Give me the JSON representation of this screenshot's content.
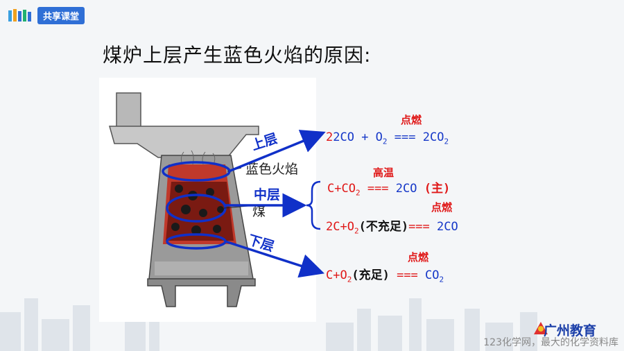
{
  "header": {
    "badge": "共享课堂"
  },
  "title": "煤炉上层产生蓝色火焰的原因:",
  "stove": {
    "labels": {
      "flame": "蓝色火焰",
      "coal": "煤"
    }
  },
  "layers": {
    "upper": "上层",
    "middle": "中层",
    "lower": "下层"
  },
  "equations": {
    "upper": {
      "lhs": "2CO + O",
      "sub": "2",
      "eq": "===",
      "rhs": "2CO",
      "rsub": "2",
      "cond": "点燃"
    },
    "middle1": {
      "lhs": "C+CO",
      "sub": "2",
      "eq": "===",
      "rhs": "2CO",
      "note": "(主)",
      "cond": "高温"
    },
    "middle2": {
      "lhs": "2C+O",
      "sub": "2",
      "paren": "(不充足)",
      "eq": "===",
      "rhs": "2CO",
      "cond": "点燃"
    },
    "lower": {
      "lhs": "C+O",
      "sub": "2",
      "paren": "(充足)",
      "eq": "===",
      "rhs": "CO",
      "rsub": "2",
      "cond": "点燃"
    }
  },
  "footer": {
    "brand": "广州教育",
    "watermark": "123化学网，最大的化学资料库"
  },
  "colors": {
    "accent": "#1638c8",
    "red": "#e01818"
  }
}
